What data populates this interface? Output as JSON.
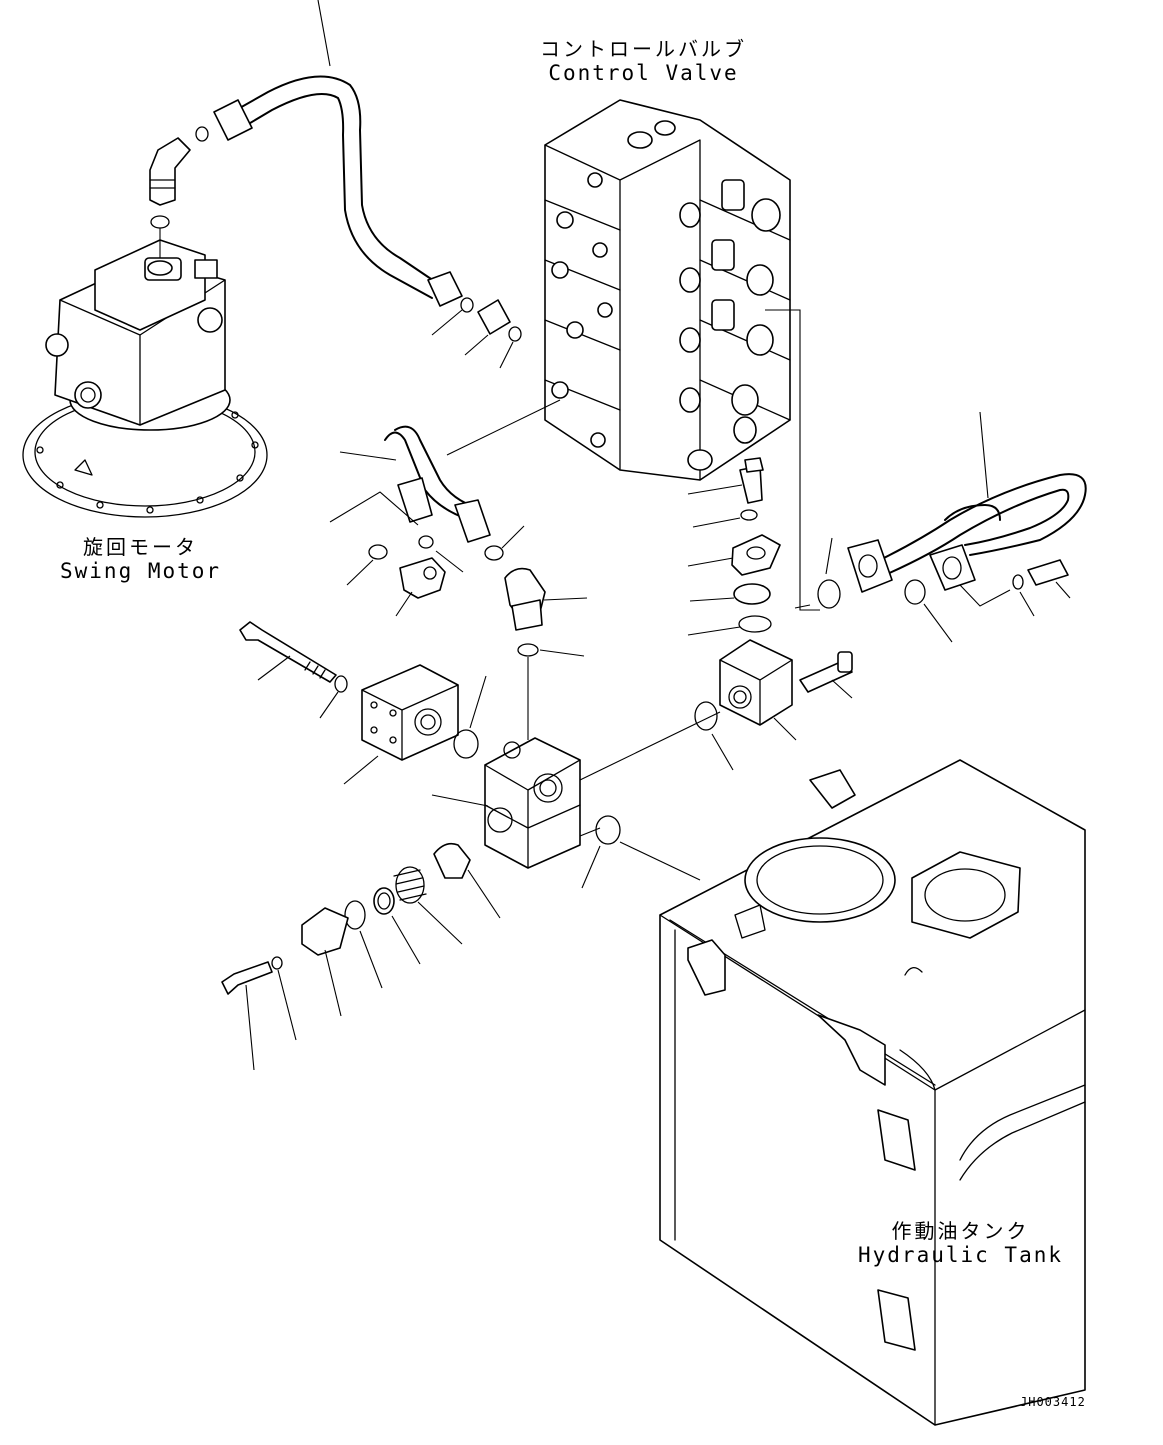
{
  "labels": {
    "control_valve": {
      "jp": "コントロールバルブ",
      "en": "Control Valve"
    },
    "swing_motor": {
      "jp": "旋回モータ",
      "en": "Swing Motor"
    },
    "hydraulic_tank": {
      "jp": "作動油タンク",
      "en": "Hydraulic Tank"
    }
  },
  "drawing_code": "JH003412"
}
